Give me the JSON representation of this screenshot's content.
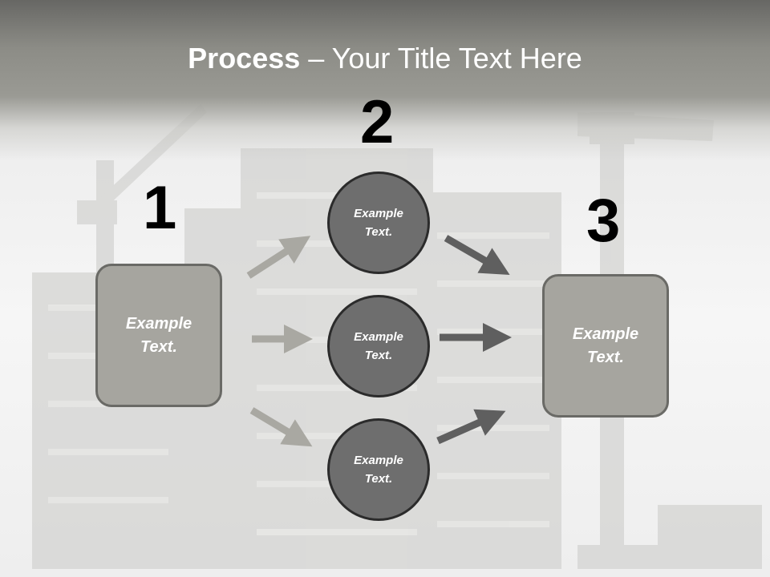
{
  "title": {
    "bold": "Process",
    "rest": " – Your Title Text Here"
  },
  "steps": [
    {
      "number": "1",
      "text": "Example\nText."
    },
    {
      "number": "2",
      "text": "Example\nText."
    },
    {
      "number": "3",
      "text": "Example\nText."
    }
  ],
  "circles": [
    {
      "text": "Example\nText."
    },
    {
      "text": "Example\nText."
    },
    {
      "text": "Example\nText."
    }
  ],
  "colors": {
    "box_fill": "#a6a59f",
    "box_border": "#6a6a66",
    "circle_fill": "#6e6e6e",
    "circle_border": "#2b2b2b",
    "arrow_left": "#a9a8a2",
    "arrow_right": "#5f5f5f"
  }
}
